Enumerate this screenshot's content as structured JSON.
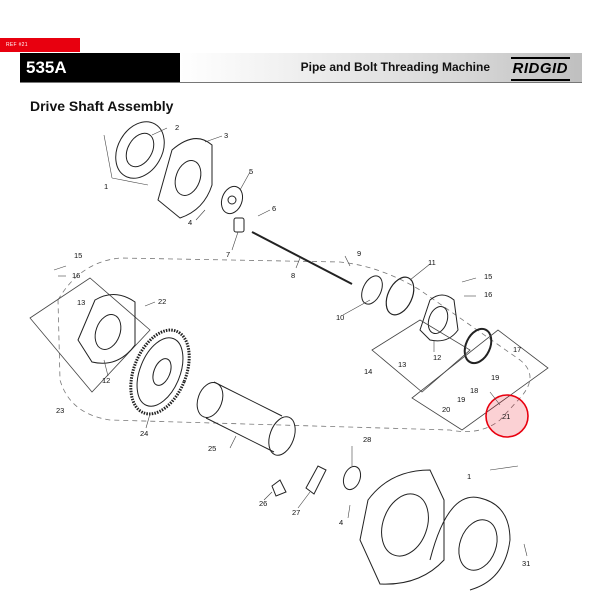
{
  "ref_tag": "REF #21",
  "model": "535A",
  "machine_title": "Pipe and Bolt Threading Machine",
  "brand": "RIDGID",
  "section_title": "Drive Shaft Assembly",
  "highlight_color": "#e8000f",
  "callouts": {
    "c1a": "1",
    "c2": "2",
    "c3": "3",
    "c4a": "4",
    "c5": "5",
    "c6": "6",
    "c7": "7",
    "c8": "8",
    "c9": "9",
    "c10": "10",
    "c11": "11",
    "c12a": "12",
    "c12b": "12",
    "c13a": "13",
    "c13b": "13",
    "c14": "14",
    "c15a": "15",
    "c15b": "15",
    "c16a": "16",
    "c16b": "16",
    "c17": "17",
    "c18": "18",
    "c19a": "19",
    "c19b": "19",
    "c20": "20",
    "c21": "21",
    "c22": "22",
    "c23": "23",
    "c24": "24",
    "c25": "25",
    "c26": "26",
    "c27": "27",
    "c28": "28",
    "c1b": "1",
    "c4b": "4",
    "c31": "31"
  }
}
